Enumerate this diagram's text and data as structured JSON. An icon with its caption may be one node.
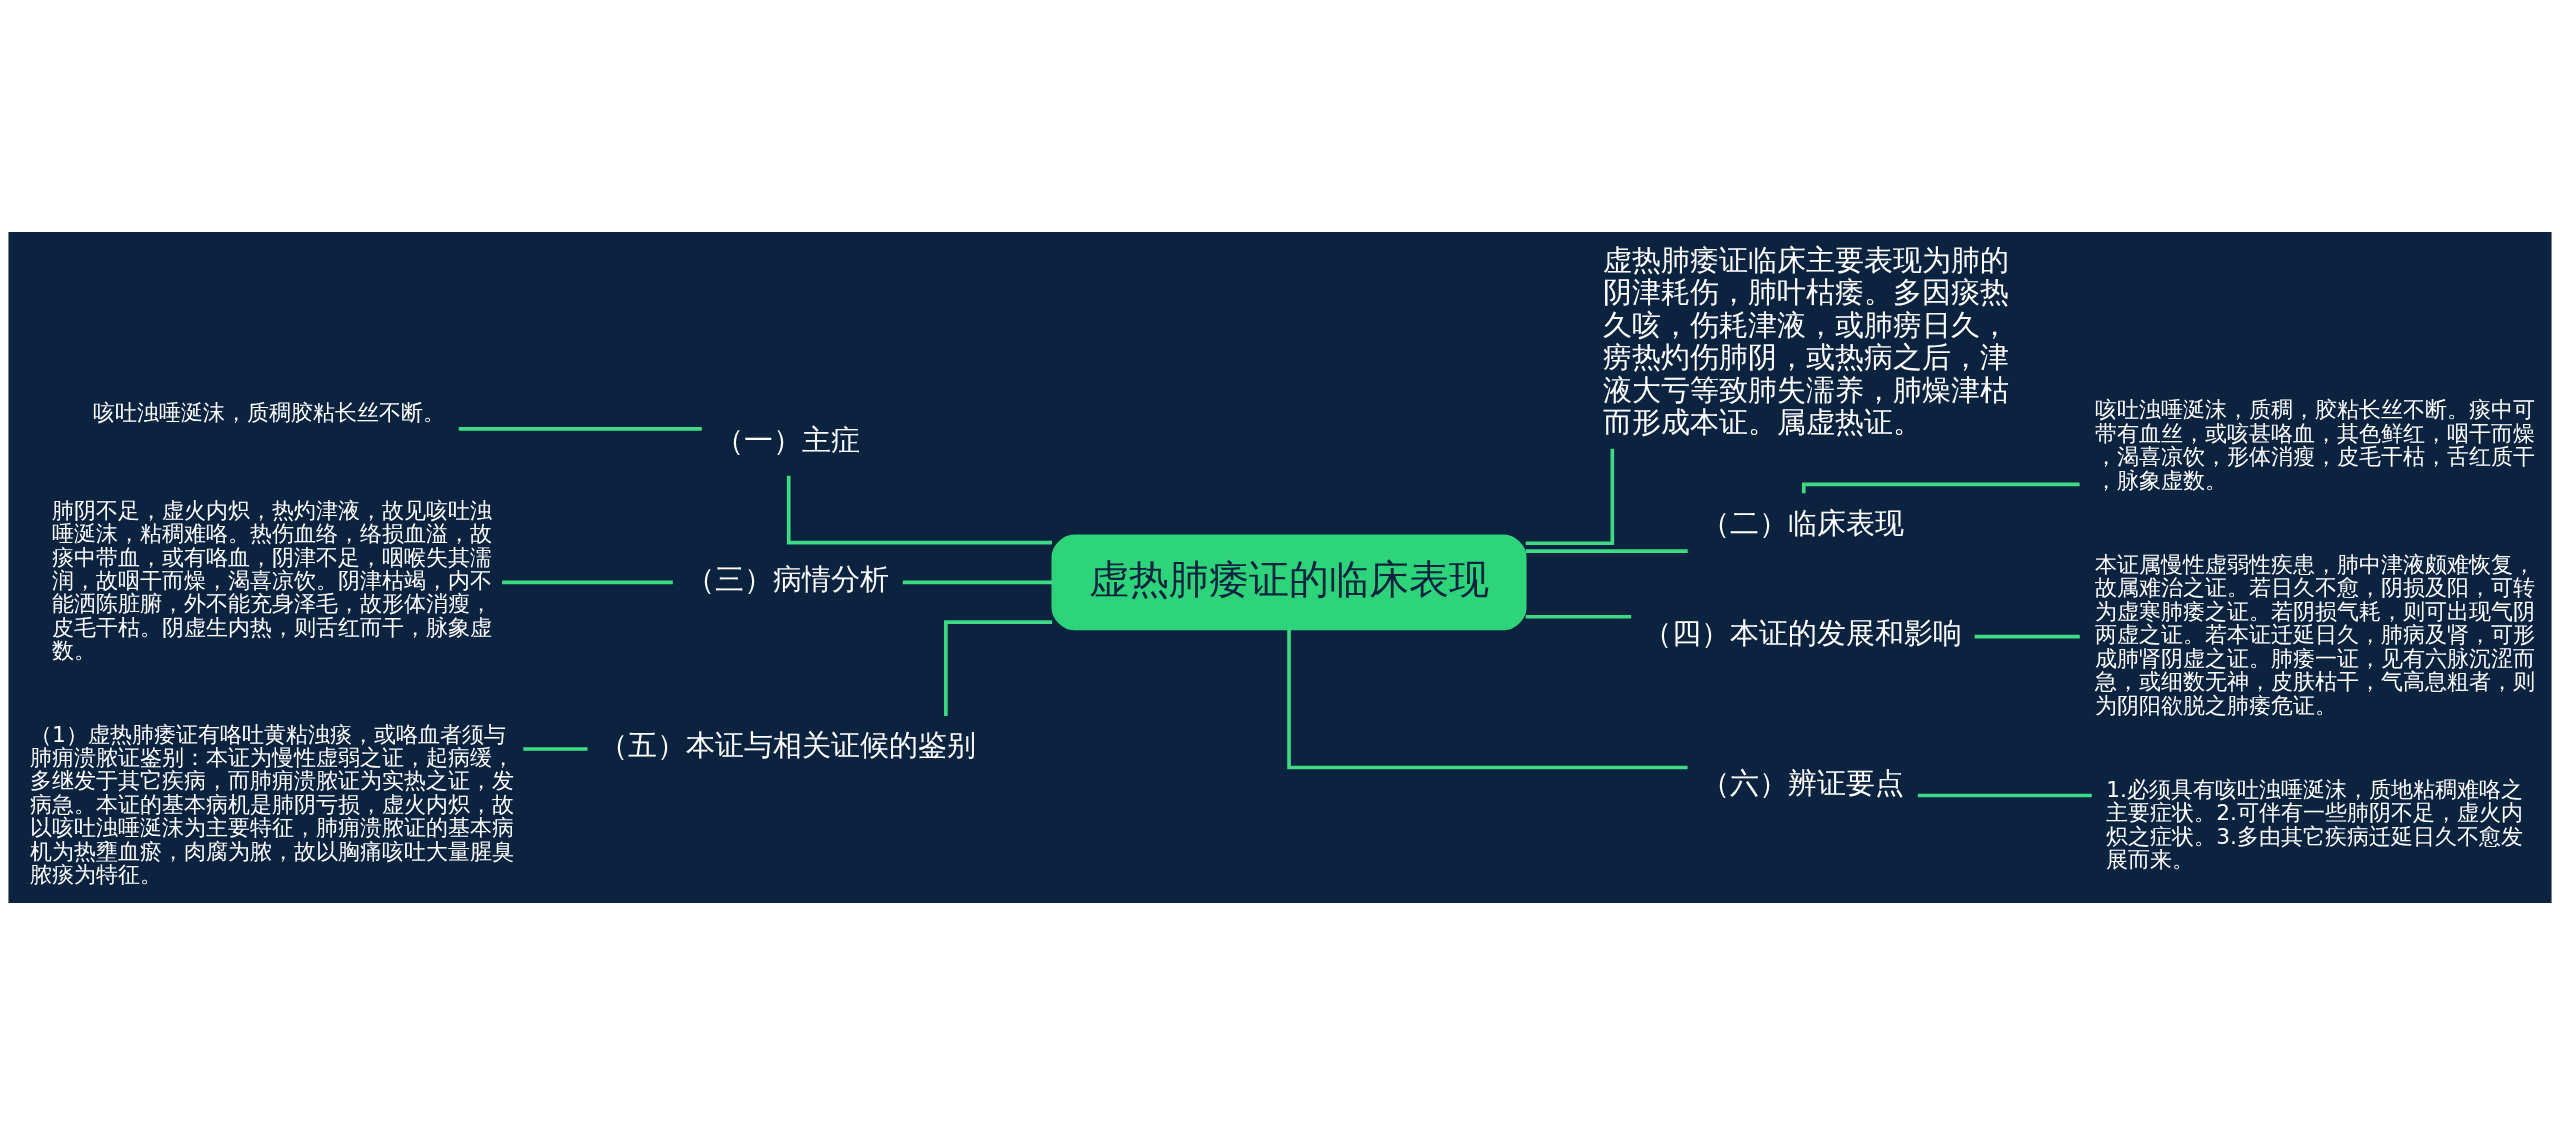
{
  "diagram": {
    "nodes": [
      {
        "text": [
          "虚热肺痿证的临床表现"
        ]
      },
      {
        "text": [
          "虚热肺痿证临床主要表现为肺的阴津耗伤，肺叶枯痿。多因痰热久咳，伤耗津液，或肺痨日久，痨热灼伤肺阴，或热病之后，津液大亏等致肺失濡养，肺燥津枯而形成本证。属虚热证。"
        ]
      },
      {
        "text": [
          "（二）临床表现"
        ]
      },
      {
        "text": [
          "咳吐浊唾涎沫，质稠，胶粘长丝不断。痰中可带有血丝，或咳甚咯血，其色鲜红，咽干而燥，渴喜凉饮，形体消瘦，皮毛干枯，舌红质干，脉象虚数。"
        ]
      },
      {
        "text": [
          "（四）本证的发展和影响"
        ]
      },
      {
        "text": [
          "本证属慢性虚弱性疾患，肺中津液颇难恢复，故属难治之证。若日久不愈，阴损及阳，可转为虚寒肺痿之证。若阴损气耗，则可出现气阴两虚之证。若本证迁延日久，肺病及肾，可形成肺肾阴虚之证。肺痿一证，见有六脉沉涩而急，或细数无神，皮肤枯干，气高息粗者，则为阴阳欲脱之肺痿危证。"
        ]
      },
      {
        "text": [
          "（六）辨证要点"
        ]
      },
      {
        "text": [
          "1.必须具有咳吐浊唾涎沫，质地粘稠难咯之主要症状。2.可伴有一些肺阴不足，虚火内炽之症状。3.多由其它疾病迁延日久不愈发展而来。"
        ]
      },
      {
        "text": [
          "（一）主症"
        ]
      },
      {
        "text": [
          "咳吐浊唾涎沫，质稠胶粘长丝不断。"
        ]
      },
      {
        "text": [
          "（三）病情分析"
        ]
      },
      {
        "text": [
          "肺阴不足，虚火内炽，热灼津液，故见咳吐浊唾涎沫，粘稠难咯。热伤血络，络损血溢，故痰中带血，或有咯血，阴津不足，咽喉失其濡润，故咽干而燥，渴喜凉饮。阴津枯竭，内不能洒陈脏腑，外不能充身泽毛，故形体消瘦，皮毛干枯。阴虚生内热，则舌红而干，脉象虚数。"
        ]
      },
      {
        "text": [
          "（五）本证与相关证候的鉴别"
        ]
      },
      {
        "text": [
          "（1）虚热肺痿证有咯吐黄粘浊痰，或咯血者须与肺痈溃脓证鉴别：本证为慢性虚弱之证，起病缓，多继发于其它疾病，而肺痈溃脓证为实热之证，发病急。本证的基本病机是肺阴亏损，虚火内炽，故以咳吐浊唾涎沫为主要特征，肺痈溃脓证的基本病机为热壅血瘀，肉腐为脓，故以胸痛咳吐大量腥臭脓痰为特征。"
        ]
      }
    ],
    "edges": [
      {
        "from": 0,
        "to": 1,
        "arrow": "none"
      },
      {
        "from": 0,
        "to": 2,
        "arrow": "none"
      },
      {
        "from": 2,
        "to": 3,
        "arrow": "none"
      },
      {
        "from": 0,
        "to": 4,
        "arrow": "none"
      },
      {
        "from": 4,
        "to": 5,
        "arrow": "none"
      },
      {
        "from": 0,
        "to": 6,
        "arrow": "none"
      },
      {
        "from": 6,
        "to": 7,
        "arrow": "none"
      },
      {
        "from": 0,
        "to": 8,
        "arrow": "none"
      },
      {
        "from": 8,
        "to": 9,
        "arrow": "none"
      },
      {
        "from": 0,
        "to": 10,
        "arrow": "none"
      },
      {
        "from": 10,
        "to": 11,
        "arrow": "none"
      },
      {
        "from": 0,
        "to": 12,
        "arrow": "none"
      },
      {
        "from": 12,
        "to": 13,
        "arrow": "none"
      }
    ]
  }
}
